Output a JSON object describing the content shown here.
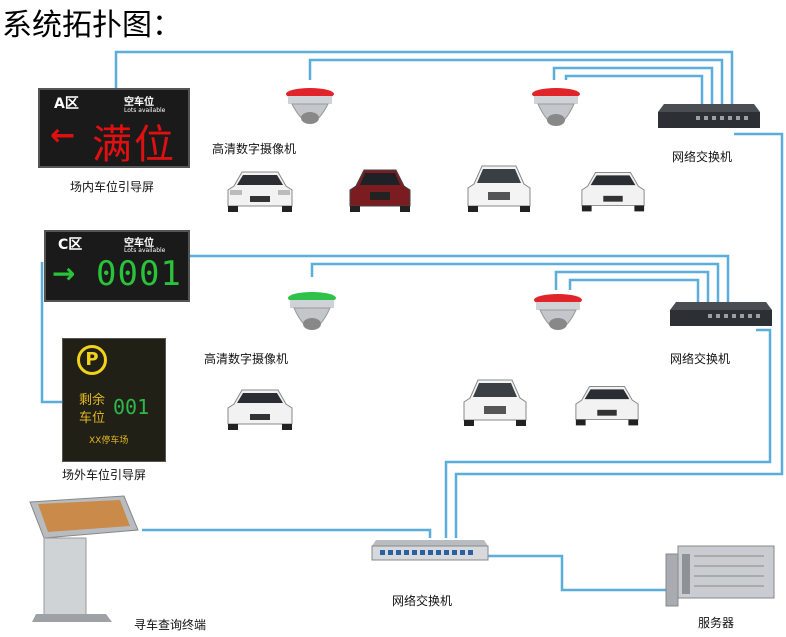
{
  "title": "系统拓扑图：",
  "guide_screen_a": {
    "zone": "A区",
    "header": "空车位",
    "header_sub": "Lots available",
    "arrow": "←",
    "status": "满位",
    "label": "场内车位引导屏"
  },
  "guide_screen_c": {
    "zone": "C区",
    "header": "空车位",
    "header_sub": "Lots available",
    "arrow": "→",
    "count": "0001"
  },
  "outdoor_screen": {
    "logo": "P",
    "remaining_line1": "剩余",
    "remaining_line2": "车位",
    "count": "001",
    "lot_name": "XX停车场",
    "label": "场外车位引导屏"
  },
  "camera_label_top": "高清数字摄像机",
  "camera_label_bottom": "高清数字摄像机",
  "switch_top_label": "网络交换机",
  "switch_mid_label": "网络交换机",
  "switch_bottom_label": "网络交换机",
  "kiosk_label": "寻车查询终端",
  "server_label": "服务器",
  "colors": {
    "link": "#5aaedb",
    "indicator_red": "#e0242a",
    "indicator_green": "#2ec24a",
    "led_red": "#e01010",
    "led_green": "#29c23a"
  }
}
